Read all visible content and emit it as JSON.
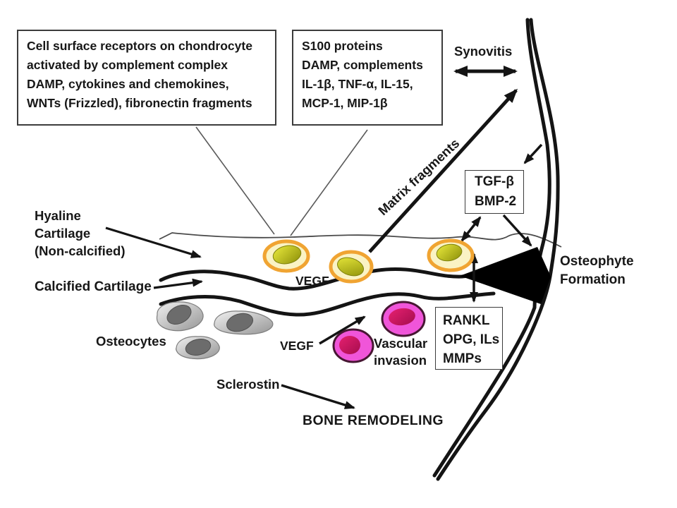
{
  "figure": {
    "boxes": {
      "receptors": {
        "lines": [
          "Cell surface receptors on chondrocyte",
          "activated by complement complex",
          "DAMP, cytokines and chemokines,",
          "WNTs (Frizzled), fibronectin fragments"
        ]
      },
      "s100": {
        "lines": [
          "S100 proteins",
          "DAMP, complements",
          "IL-1β, TNF-α, IL-15,",
          "MCP-1, MIP-1β"
        ]
      },
      "tgf": {
        "lines": [
          "TGF-β",
          "BMP-2"
        ]
      },
      "rankl": {
        "lines": [
          "RANKL",
          "OPG, ILs",
          "MMPs"
        ]
      }
    },
    "labels": {
      "synovitis": "Synovitis",
      "matrix_fragments": "Matrix fragments",
      "osteophyte": {
        "lines": [
          "Osteophyte",
          "Formation"
        ]
      },
      "hyaline": {
        "lines": [
          "Hyaline",
          "Cartilage",
          "(Non-calcified)"
        ]
      },
      "calcified": "Calcified Cartilage",
      "osteocytes": "Osteocytes",
      "vegf_upper": "VEGF",
      "vegf_lower": "VEGF",
      "vascular": {
        "lines": [
          "Vascular",
          "invasion"
        ]
      },
      "sclerostin": "Sclerostin",
      "bone_remodeling": "BONE REMODELING"
    },
    "colors": {
      "line": "#141414",
      "chondrocyte_ring": "#f0a432",
      "chondrocyte_body": "#faf3c4",
      "chondrocyte_nucleus_light": "#e9e93c",
      "chondrocyte_nucleus_dark": "#8d9009",
      "vessel_outline": "#471733",
      "vessel_body": "#f055d9",
      "vessel_nucleus_light": "#e5206f",
      "vessel_nucleus_dark": "#a60d4e",
      "osteocyte_light": "#f0f0f0",
      "osteocyte_dark": "#969696",
      "osteocyte_nucleus": "#6c6c6c"
    }
  }
}
